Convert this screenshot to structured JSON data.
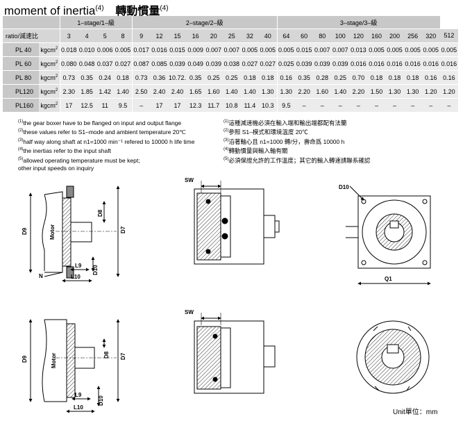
{
  "title": {
    "text": "moment of inertia",
    "sup": "(4)",
    "zh": "轉動慣量",
    "zh_sup": "(4)"
  },
  "table": {
    "stages": [
      {
        "label": "1–stage/1–級",
        "span": 4
      },
      {
        "label": "2–stage/2–級",
        "span": 8
      },
      {
        "label": "3–stage/3–級",
        "span": 9
      }
    ],
    "ratio_label": "ratio/減速比",
    "ratios": [
      "3",
      "4",
      "5",
      "8",
      "9",
      "12",
      "15",
      "16",
      "20",
      "25",
      "32",
      "40",
      "64",
      "60",
      "80",
      "100",
      "120",
      "160",
      "200",
      "256",
      "320",
      "512"
    ],
    "unit_base": "kgcm",
    "unit_sup": "2",
    "rows": [
      {
        "model": "PL 40",
        "values": [
          "0.018",
          "0.010",
          "0.006",
          "0.005",
          "0.017",
          "0.016",
          "0.015",
          "0.009",
          "0.007",
          "0.007",
          "0.005",
          "0.005",
          "0.005",
          "0.015",
          "0.007",
          "0.007",
          "0.013",
          "0.005",
          "0.005",
          "0.005",
          "0.005",
          "0.005"
        ]
      },
      {
        "model": "PL 60",
        "values": [
          "0.080",
          "0.048",
          "0.037",
          "0.027",
          "0.087",
          "0.085",
          "0.039",
          "0.049",
          "0.039",
          "0.038",
          "0.027",
          "0.027",
          "0.025",
          "0.039",
          "0.039",
          "0.039",
          "0.016",
          "0.016",
          "0.016",
          "0.016",
          "0.016",
          "0.016"
        ]
      },
      {
        "model": "PL 80",
        "values": [
          "0.73",
          "0.35",
          "0.24",
          "0.18",
          "0.73",
          "0.36",
          "10.72.",
          "0.35",
          "0.25",
          "0.25",
          "0.18",
          "0.18",
          "0.16",
          "0.35",
          "0.28",
          "0.25",
          "0.70",
          "0.18",
          "0.18",
          "0.18",
          "0.16",
          "0.16"
        ]
      },
      {
        "model": "PL120",
        "values": [
          "2.30",
          "1.85",
          "1.42",
          "1.40",
          "2.50",
          "2.40",
          "2.40",
          "1.65",
          "1.60",
          "1.40",
          "1.40",
          "1.30",
          "1.30",
          "2.20",
          "1.60",
          "1.40",
          "2.20",
          "1.50",
          "1.30",
          "1.30",
          "1.20",
          "1.20"
        ]
      },
      {
        "model": "PL160",
        "values": [
          "17",
          "12.5",
          "11",
          "9.5",
          "–",
          "17",
          "17",
          "12.3",
          "11.7",
          "10.8",
          "11.4",
          "10.3",
          "9.5",
          "–",
          "–",
          "–",
          "–",
          "–",
          "–",
          "–",
          "–",
          "–"
        ]
      }
    ]
  },
  "notes_en": [
    {
      "n": "(1)",
      "t": "the gear boxer have to be flanged on input and output flange"
    },
    {
      "n": "(2)",
      "t": "these values refer to S1–mode and ambient temperature 20℃"
    },
    {
      "n": "(3)",
      "t": "half way along shaft at n1=1000 min⁻¹ refered to 10000 h life time"
    },
    {
      "n": "(4)",
      "t": "the inertias refer to the input shaft"
    },
    {
      "n": "(5)",
      "t": "allowed operating temperature must be kept;"
    },
    {
      "n": "",
      "t": "other input speeds on inquiry"
    }
  ],
  "notes_zh": [
    {
      "n": "(1)",
      "t": "這種減速機必須在輸入端和輸出端都配有法蘭"
    },
    {
      "n": "(2)",
      "t": "參照 S1–模式和環境溫度 20℃"
    },
    {
      "n": "(3)",
      "t": "沿著軸心且 n1=1000 轉/分，壽命爲 10000 h"
    },
    {
      "n": "(4)",
      "t": "轉動慣量與輸入軸有關"
    },
    {
      "n": "(5)",
      "t": "必須保證允許的工作溫度；其它的輸入轉速請聯系確認"
    }
  ],
  "drawing_labels": {
    "D9": "D9",
    "Motor": "Motor",
    "D8": "D8",
    "D7": "D7",
    "L9": "L9",
    "L10": "L10",
    "D10": "D10",
    "N": "N",
    "SW": "SW",
    "Q1": "Q1"
  },
  "unit_note": "Unit單位：mm"
}
